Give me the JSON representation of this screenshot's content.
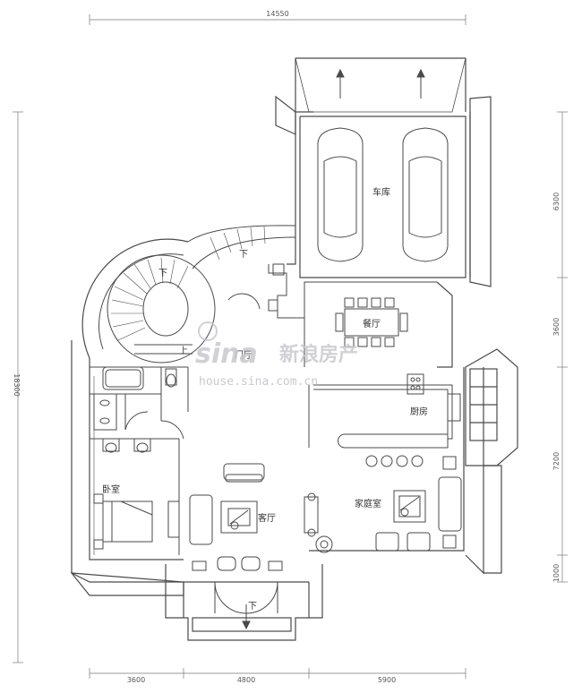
{
  "dimensions": {
    "top": "14550",
    "left": "18300",
    "right": [
      "6300",
      "3600",
      "7200",
      "1000"
    ],
    "bottom": [
      "3600",
      "4800",
      "5900"
    ]
  },
  "rooms": {
    "garage": "车库",
    "dining": "餐厅",
    "foyer": "门厅",
    "kitchen": "厨房",
    "bedroom": "卧室",
    "living": "客厅",
    "family": "家庭室"
  },
  "stair_labels": {
    "down_top": "下",
    "down_ramp": "下",
    "up": "上",
    "down_entry": "下"
  },
  "watermark": {
    "logo": "sina",
    "brand": "新浪房产",
    "url": "house.sina.com.cn"
  },
  "colors": {
    "line": "#4a4a4a",
    "dim": "#777777",
    "watermark": "#c8c8d0"
  }
}
